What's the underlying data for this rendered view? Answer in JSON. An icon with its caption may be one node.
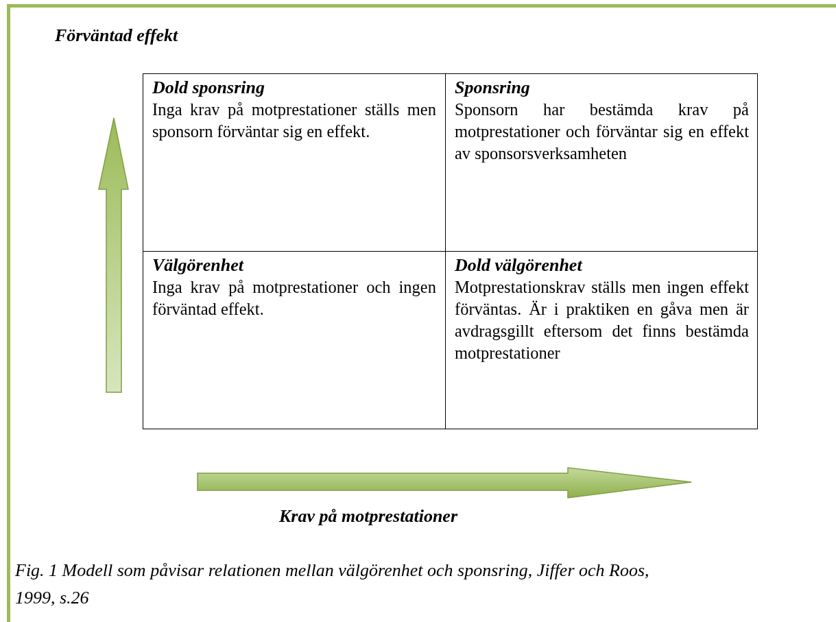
{
  "diagram": {
    "caption": "Fig. 1 Modell som påvisar relationen mellan välgörenhet och sponsring, Jiffer och Roos, 1999, s.26",
    "nodes": [
      {
        "text": [
          "Dold sponsring",
          "Inga krav på motprestationer ställs men sponsorn förväntar sig en effekt."
        ]
      },
      {
        "text": [
          "Sponsring",
          "Sponsorn har bestämda krav på motprestationer och förväntar sig en effekt av sponsorsverksamheten"
        ]
      },
      {
        "text": [
          "Välgörenhet",
          "Inga krav på motprestationer och ingen förväntad effekt."
        ]
      },
      {
        "text": [
          "Dold välgörenhet",
          "Motprestationskrav ställs men ingen effekt förväntas. Är i praktiken en gåva men är avdragsgillt eftersom det finns bestämda motprestationer"
        ]
      }
    ],
    "labels": [
      "Förväntad effekt",
      "Krav på motprestationer"
    ]
  }
}
